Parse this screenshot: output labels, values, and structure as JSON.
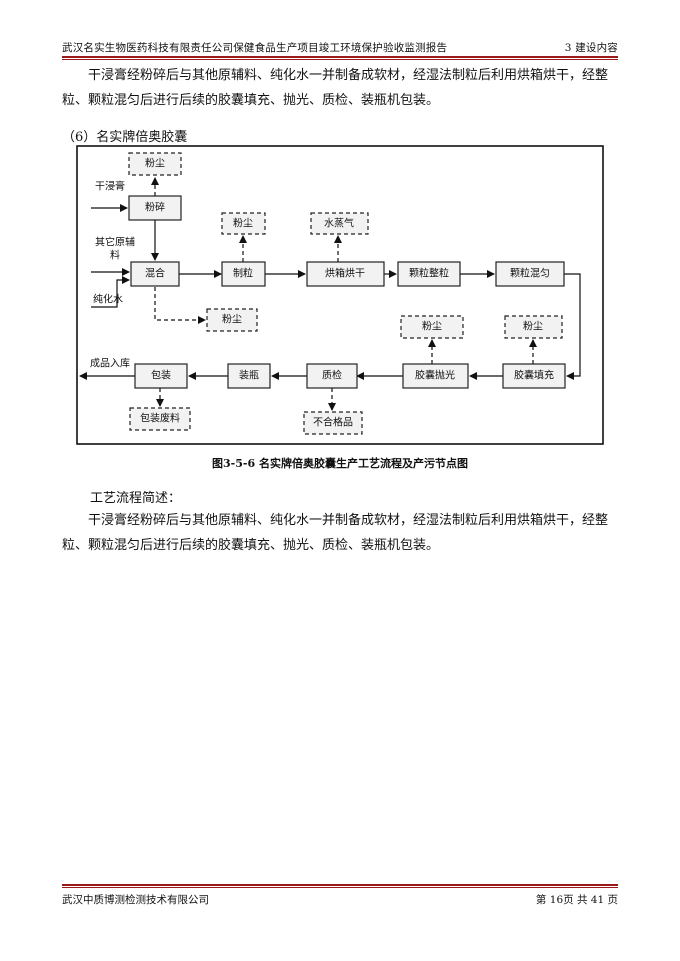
{
  "header": {
    "title": "武汉名实生物医药科技有限责任公司保健食品生产项目竣工环境保护验收监测报告",
    "section": "3 建设内容"
  },
  "colors": {
    "rule": "#9b1b1b",
    "box_fill": "#f2f2f2"
  },
  "body": {
    "para1": "干浸膏经粉碎后与其他原辅料、纯化水一并制备成软材，经湿法制粒后利用烘箱烘干，经整粒、颗粒混匀后进行后续的胶囊填充、抛光、质检、装瓶机包装。",
    "subtitle": "（6）名实牌倍奥胶囊",
    "intro_title": "工艺流程简述：",
    "para2": "干浸膏经粉碎后与其他原辅料、纯化水一并制备成软材，经湿法制粒后利用烘箱烘干，经整粒、颗粒混匀后进行后续的胶囊填充、抛光、质检、装瓶机包装。"
  },
  "diagram": {
    "steps": {
      "grind": "粉碎",
      "mix": "混合",
      "granulate": "制粒",
      "dry": "烘箱烘干",
      "size": "颗粒整粒",
      "blend": "颗粒混匀",
      "fill": "胶囊填充",
      "polish": "胶囊抛光",
      "qc": "质检",
      "bottle": "装瓶",
      "pack": "包装"
    },
    "pollutants": {
      "dust_grind": "粉尘",
      "dust_granulate": "粉尘",
      "steam": "水蒸气",
      "dust_mix": "粉尘",
      "dust_polish": "粉尘",
      "dust_fill": "粉尘",
      "reject": "不合格品",
      "pack_waste": "包装废料"
    },
    "inputs": {
      "extract": "干浸膏",
      "other1": "其它原辅",
      "other2": "料",
      "water": "纯化水",
      "product": "成品入库"
    },
    "caption": "图3-5-6   名实牌倍奥胶囊生产工艺流程及产污节点图"
  },
  "footer": {
    "company": "武汉中质博测检测技术有限公司",
    "page": "第 16页  共 41 页"
  }
}
